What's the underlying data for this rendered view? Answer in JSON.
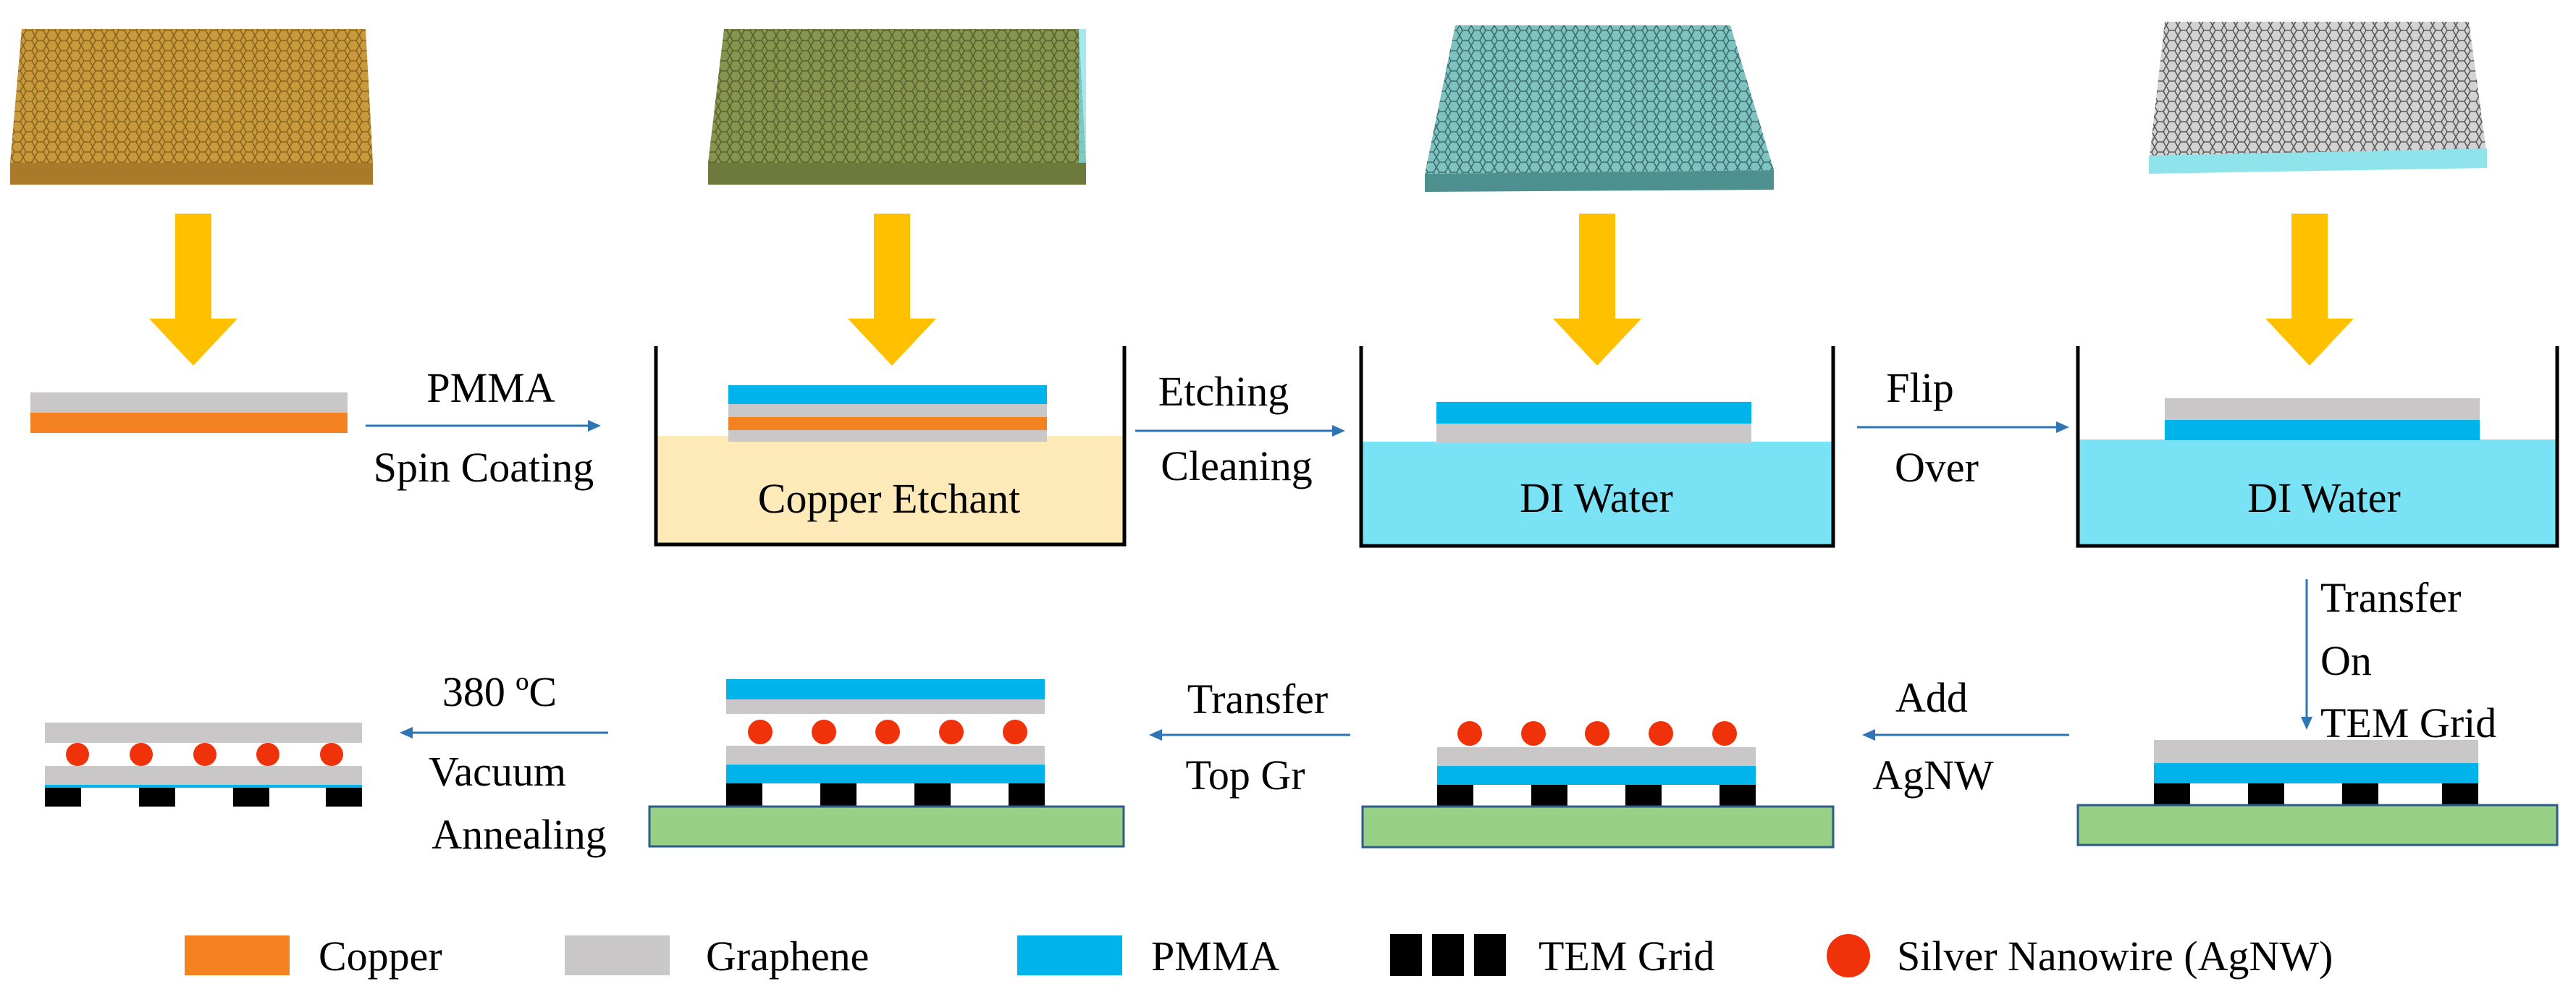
{
  "colors": {
    "copper": "#F58220",
    "graphene": "#C9C7C7",
    "pmma": "#00B4EB",
    "tem_grid": "#000000",
    "agnw": "#F0320A",
    "substrate": "#98D185",
    "etchant": "#FDEAB8",
    "water": "#79E3F5",
    "big_arrow": "#FFC000",
    "small_arrow": "#2E75B6"
  },
  "steps": {
    "pmma_spin": {
      "line1": "PMMA",
      "line2": "Spin Coating"
    },
    "etching_cleaning": {
      "line1": "Etching",
      "line2": "Cleaning"
    },
    "flip_over": {
      "line1": "Flip",
      "line2": "Over"
    },
    "transfer_tem": {
      "line1": "Transfer",
      "line2": "On",
      "line3": "TEM Grid"
    },
    "add_agnw": {
      "line1": "Add",
      "line2": "AgNW"
    },
    "transfer_top": {
      "line1": "Transfer",
      "line2": "Top Gr"
    },
    "annealing": {
      "line1": "380 ºC",
      "line2": "Vacuum",
      "line3": "Annealing"
    }
  },
  "baths": {
    "copper_etchant": "Copper Etchant",
    "di_water_1": "DI Water",
    "di_water_2": "DI Water"
  },
  "legend": {
    "copper": "Copper",
    "graphene": "Graphene",
    "pmma": "PMMA",
    "tem_grid": "TEM Grid",
    "agnw": "Silver Nanowire (AgNW)"
  }
}
